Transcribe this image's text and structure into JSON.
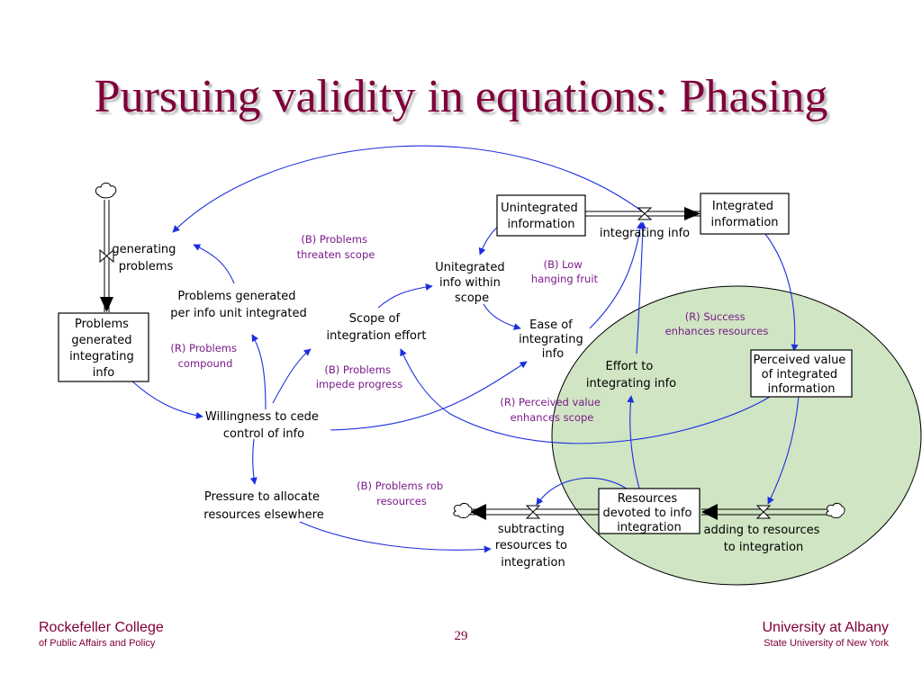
{
  "title": "Pursuing validity in equations:  Phasing",
  "stocks": {
    "unintegrated": [
      "Unintegrated",
      "information"
    ],
    "integrated": [
      "Integrated",
      "information"
    ],
    "problems": [
      "Problems",
      "generated",
      "integrating",
      "info"
    ],
    "perceived": [
      "Perceived value",
      "of integrated",
      "information"
    ],
    "resources": [
      "Resources",
      "devoted to info",
      "integration"
    ]
  },
  "variables": {
    "integrating_info": [
      "integrating info"
    ],
    "generating_problems": [
      "generating",
      "problems"
    ],
    "problems_per_unit": [
      "Problems generated",
      "per info unit integrated"
    ],
    "unintegrated_scope": [
      "Unitegrated",
      "info within",
      "scope"
    ],
    "scope_effort": [
      "Scope of",
      "integration effort"
    ],
    "ease": [
      "Ease of",
      "integrating",
      "info"
    ],
    "willingness": [
      "Willingness to cede",
      "control of info"
    ],
    "effort": [
      "Effort to",
      "integrating info"
    ],
    "pressure": [
      "Pressure to allocate",
      "resources elsewhere"
    ],
    "subtracting": [
      "subtracting",
      "resources to",
      "integration"
    ],
    "adding": [
      "adding to resources",
      "to integration"
    ]
  },
  "loops": {
    "threaten_scope": [
      "(B) Problems",
      "threaten scope"
    ],
    "low_fruit": [
      "(B) Low",
      "hanging fruit"
    ],
    "success": [
      "(R) Success",
      "enhances resources"
    ],
    "compound": [
      "(R) Problems",
      "compound"
    ],
    "impede": [
      "(B) Problems",
      "impede progress"
    ],
    "perceived_scope": [
      "(R) Perceived value",
      "enhances scope"
    ],
    "rob": [
      "(B) Problems rob",
      "resources"
    ]
  },
  "footer": {
    "left_line1": "Rockefeller College",
    "left_line2": "of Public Affairs and Policy",
    "page_number": "29",
    "right_line1": "University at Albany",
    "right_line2": "State University of New York"
  },
  "colors": {
    "title": "#80003a",
    "link": "#1c2ee0",
    "loop_label": "#7a1a8a",
    "highlight_circle": "#cfe5c3"
  }
}
